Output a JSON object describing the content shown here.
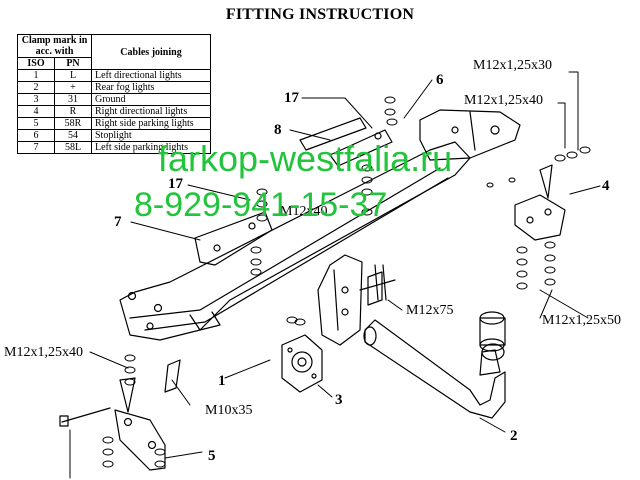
{
  "title": "FITTING INSTRUCTION",
  "table": {
    "header_main": "Clamp mark in acc. with",
    "header_cables": "Cables joining",
    "header_iso": "ISO",
    "header_pn": "PN",
    "rows": [
      {
        "iso": "1",
        "pn": "L",
        "desc": "Left directional lights"
      },
      {
        "iso": "2",
        "pn": "+",
        "desc": "Rear fog lights"
      },
      {
        "iso": "3",
        "pn": "31",
        "desc": "Ground"
      },
      {
        "iso": "4",
        "pn": "R",
        "desc": "Right directional lights"
      },
      {
        "iso": "5",
        "pn": "58R",
        "desc": "Right side parking lights"
      },
      {
        "iso": "6",
        "pn": "54",
        "desc": "Stoplight"
      },
      {
        "iso": "7",
        "pn": "58L",
        "desc": "Left side parking lights"
      }
    ]
  },
  "labels": {
    "m12x125x30": "M12x1,25x30",
    "m12x125x40_top": "M12x1,25x40",
    "m12x40": "M12x40",
    "m12x75": "M12x75",
    "m12x125x50": "M12x1,25x50",
    "m12x125x40_left": "M12x1,25x40",
    "m10x35": "M10x35",
    "n1": "1",
    "n2": "2",
    "n3": "3",
    "n4": "4",
    "n5": "5",
    "n6": "6",
    "n7": "7",
    "n8": "8",
    "n17a": "17",
    "n17b": "17"
  },
  "watermark": {
    "url": "farkop-westfalia.ru",
    "phone": "8-929-941-15-37",
    "color": "#21c43a"
  }
}
